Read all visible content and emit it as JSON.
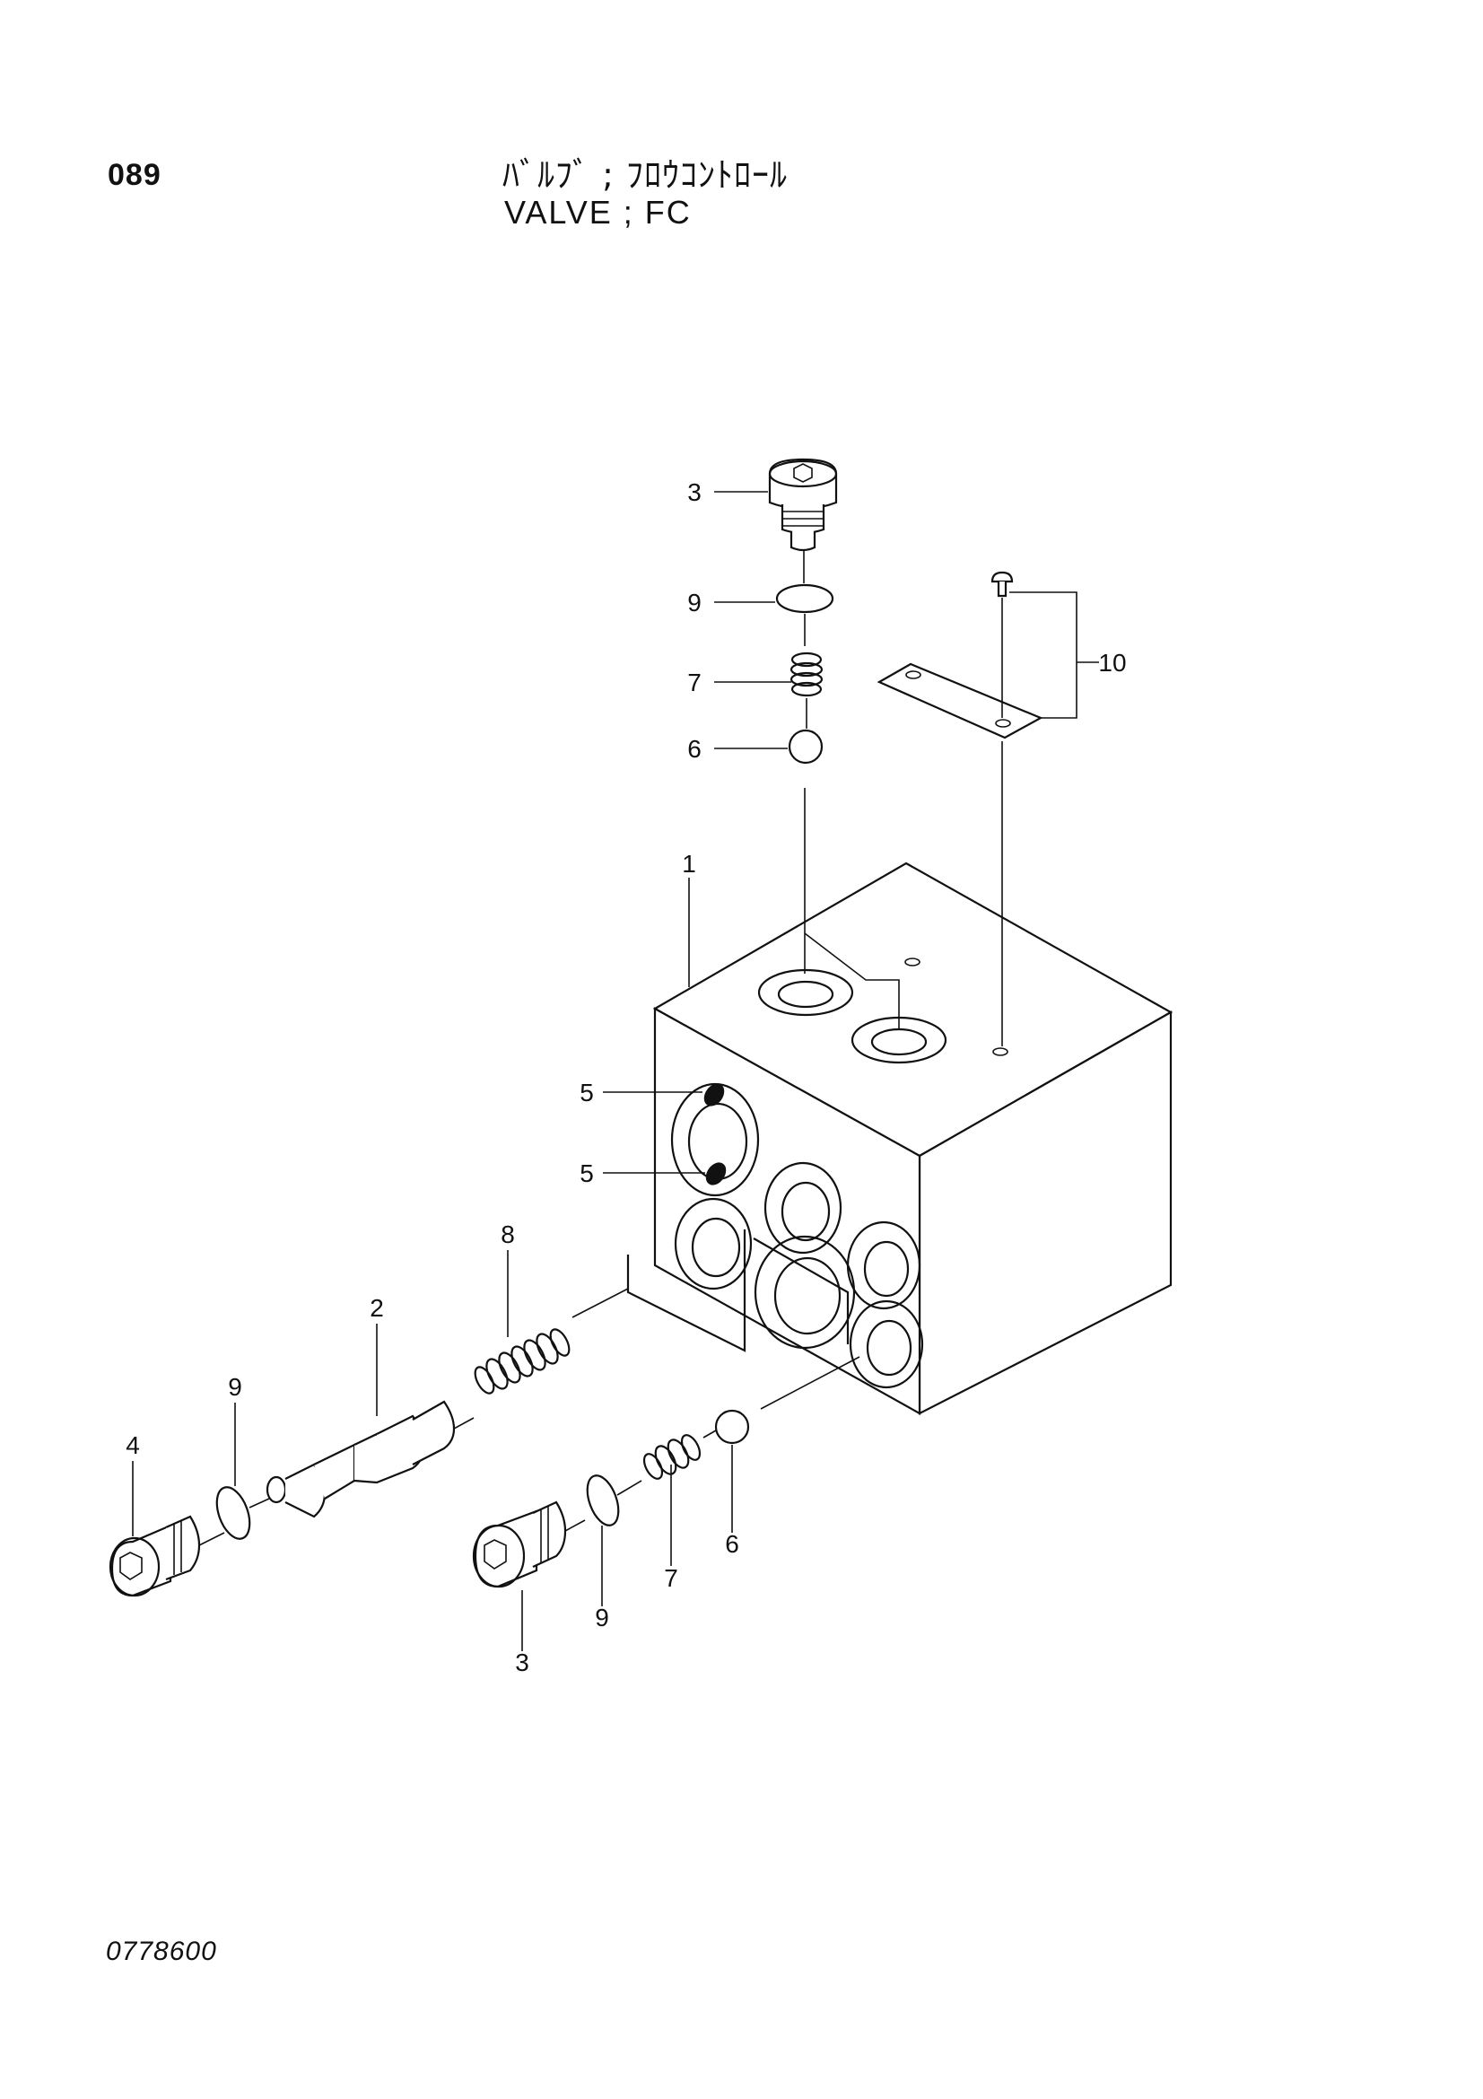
{
  "header": {
    "page_number": "089",
    "title_jp": "ﾊﾞﾙﾌﾞ ; ﾌﾛｳｺﾝﾄﾛｰﾙ",
    "title_en": "VALVE ; FC"
  },
  "footer": {
    "drawing_number": "0778600"
  },
  "callouts": [
    {
      "id": "c-3-top",
      "label": "3"
    },
    {
      "id": "c-9-top",
      "label": "9"
    },
    {
      "id": "c-7-top",
      "label": "7"
    },
    {
      "id": "c-6-top",
      "label": "6"
    },
    {
      "id": "c-10",
      "label": "10"
    },
    {
      "id": "c-1",
      "label": "1"
    },
    {
      "id": "c-5-upper",
      "label": "5"
    },
    {
      "id": "c-5-lower",
      "label": "5"
    },
    {
      "id": "c-8",
      "label": "8"
    },
    {
      "id": "c-2",
      "label": "2"
    },
    {
      "id": "c-9-left",
      "label": "9"
    },
    {
      "id": "c-4",
      "label": "4"
    },
    {
      "id": "c-6-bottom",
      "label": "6"
    },
    {
      "id": "c-7-bottom",
      "label": "7"
    },
    {
      "id": "c-9-bottom",
      "label": "9"
    },
    {
      "id": "c-3-bottom",
      "label": "3"
    }
  ]
}
